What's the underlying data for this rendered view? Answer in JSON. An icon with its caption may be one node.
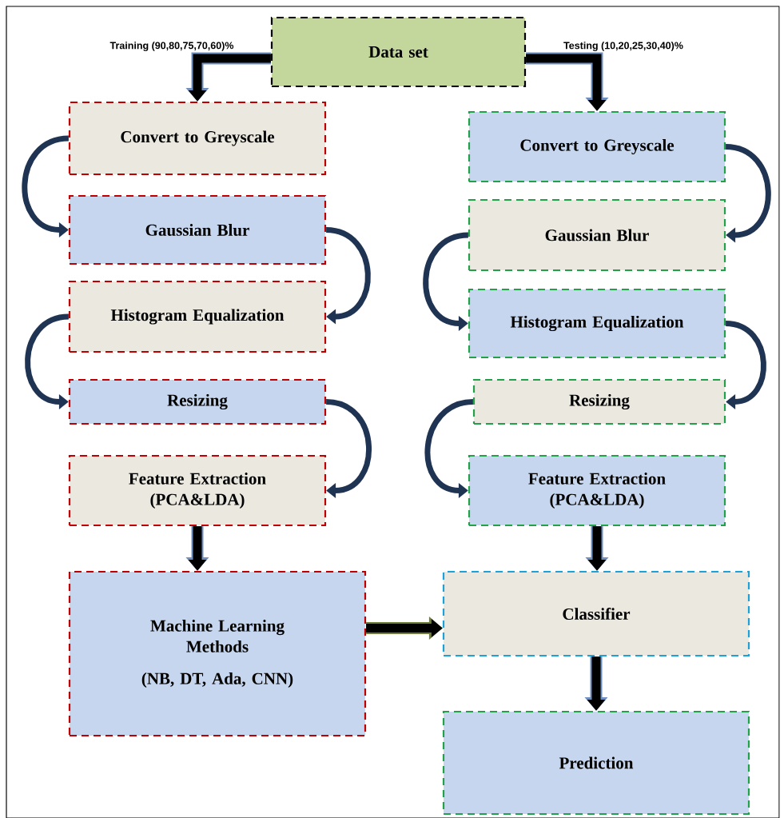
{
  "diagram": {
    "nodes": [
      {
        "text": [
          "Data set"
        ]
      },
      {
        "text": [
          "Convert to Greyscale"
        ]
      },
      {
        "text": [
          "Gaussian Blur"
        ]
      },
      {
        "text": [
          "Histogram Equalization"
        ]
      },
      {
        "text": [
          "Resizing"
        ]
      },
      {
        "text": [
          "Feature Extraction (PCA&LDA)"
        ]
      },
      {
        "text": [
          "Machine Learning Methods",
          "(NB, DT, Ada, CNN)"
        ]
      },
      {
        "text": [
          "Convert to Greyscale"
        ]
      },
      {
        "text": [
          "Gaussian Blur"
        ]
      },
      {
        "text": [
          "Histogram Equalization"
        ]
      },
      {
        "text": [
          "Resizing"
        ]
      },
      {
        "text": [
          "Feature Extraction (PCA&LDA)"
        ]
      },
      {
        "text": [
          "Classifier"
        ]
      },
      {
        "text": [
          "Prediction"
        ]
      }
    ],
    "edges": [
      {
        "from": 0,
        "to": 1,
        "arrow": "to",
        "label": "Training (90,80,75,70,60)%"
      },
      {
        "from": 0,
        "to": 7,
        "arrow": "to",
        "label": "Testing (10,20,25,30,40)%"
      },
      {
        "from": 1,
        "to": 2,
        "arrow": "to"
      },
      {
        "from": 2,
        "to": 3,
        "arrow": "to"
      },
      {
        "from": 3,
        "to": 4,
        "arrow": "to"
      },
      {
        "from": 4,
        "to": 5,
        "arrow": "to"
      },
      {
        "from": 5,
        "to": 6,
        "arrow": "to"
      },
      {
        "from": 7,
        "to": 8,
        "arrow": "to"
      },
      {
        "from": 8,
        "to": 9,
        "arrow": "to"
      },
      {
        "from": 9,
        "to": 10,
        "arrow": "to"
      },
      {
        "from": 10,
        "to": 11,
        "arrow": "to"
      },
      {
        "from": 11,
        "to": 12,
        "arrow": "to"
      },
      {
        "from": 6,
        "to": 12,
        "arrow": "to"
      },
      {
        "from": 12,
        "to": 13,
        "arrow": "to"
      }
    ]
  }
}
